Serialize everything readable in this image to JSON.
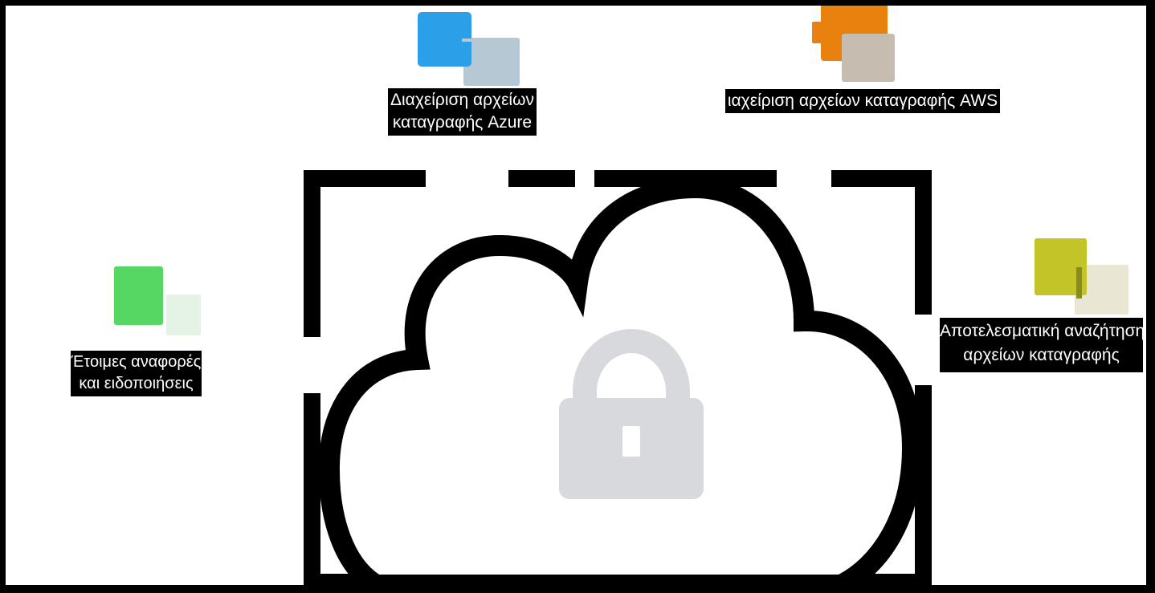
{
  "canvas": {
    "background": "#ffffff",
    "border_color": "#000000",
    "frame_color": "#000000"
  },
  "cloud": {
    "outline_color": "#000000",
    "fill_color": "#ffffff",
    "lock_color": "#d7d9dc",
    "keyhole_color": "#ffffff"
  },
  "label_style": {
    "text_color": "#ffffff",
    "background_color": "#000000"
  },
  "callouts": {
    "azure": {
      "icon": "azure-logs-icon",
      "line1": "Διαχείριση αρχείων",
      "line2": "καταγραφής Azure",
      "primary_color": "#2b9fe8",
      "secondary_color": "#b5c8d3"
    },
    "aws": {
      "icon": "aws-logs-icon",
      "line1": "ιαχείριση αρχείων καταγραφής AWS",
      "primary_color": "#e8810d",
      "secondary_color": "#c6bcb0"
    },
    "reports": {
      "icon": "reports-alerts-icon",
      "line1": "Έτοιμες αναφορές",
      "line2": "και ειδοποιήσεις",
      "primary_color": "#56d764",
      "secondary_color": "#e5f3e6"
    },
    "search": {
      "icon": "log-search-icon",
      "line1": "Αποτελεσματική αναζήτηση",
      "line2": "αρχείων καταγραφής",
      "primary_color": "#c2c428",
      "secondary_color": "#e9e7d3",
      "overlap_color": "#8a8c1a"
    }
  }
}
